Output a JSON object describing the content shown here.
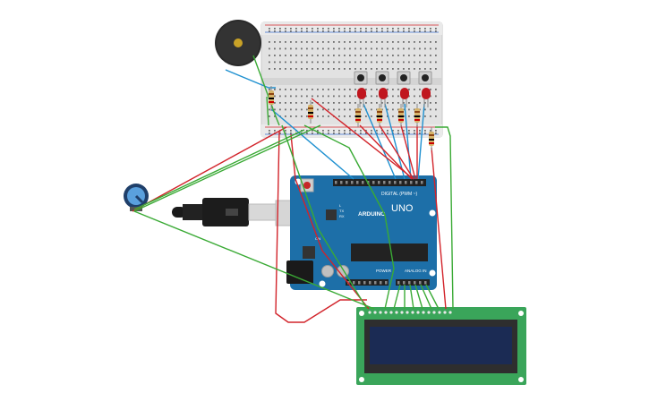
{
  "arduino": {
    "brand": "ARDUINO",
    "model": "UNO",
    "digital_header": "DIGITAL (PWM ~)",
    "power_header": "POWER",
    "analog_header": "ANALOG IN",
    "tx_label": "TX",
    "rx_label": "RX",
    "l_label": "L",
    "on_label": "ON",
    "board_color": "#1d6fa8"
  },
  "components": {
    "breadboard": "breadboard",
    "buzzer": "piezo-buzzer",
    "potentiometer": "potentiometer",
    "usb_cable": "usb-cable",
    "lcd": "lcd-16x2",
    "leds": 4,
    "pushbuttons": 4
  },
  "colors": {
    "wire_red": "#d2232a",
    "wire_green": "#3aaa35",
    "wire_blue": "#1e90d0",
    "lcd_pcb": "#3aa55a",
    "lcd_screen": "#1b2b54",
    "led": "#c0161e"
  }
}
